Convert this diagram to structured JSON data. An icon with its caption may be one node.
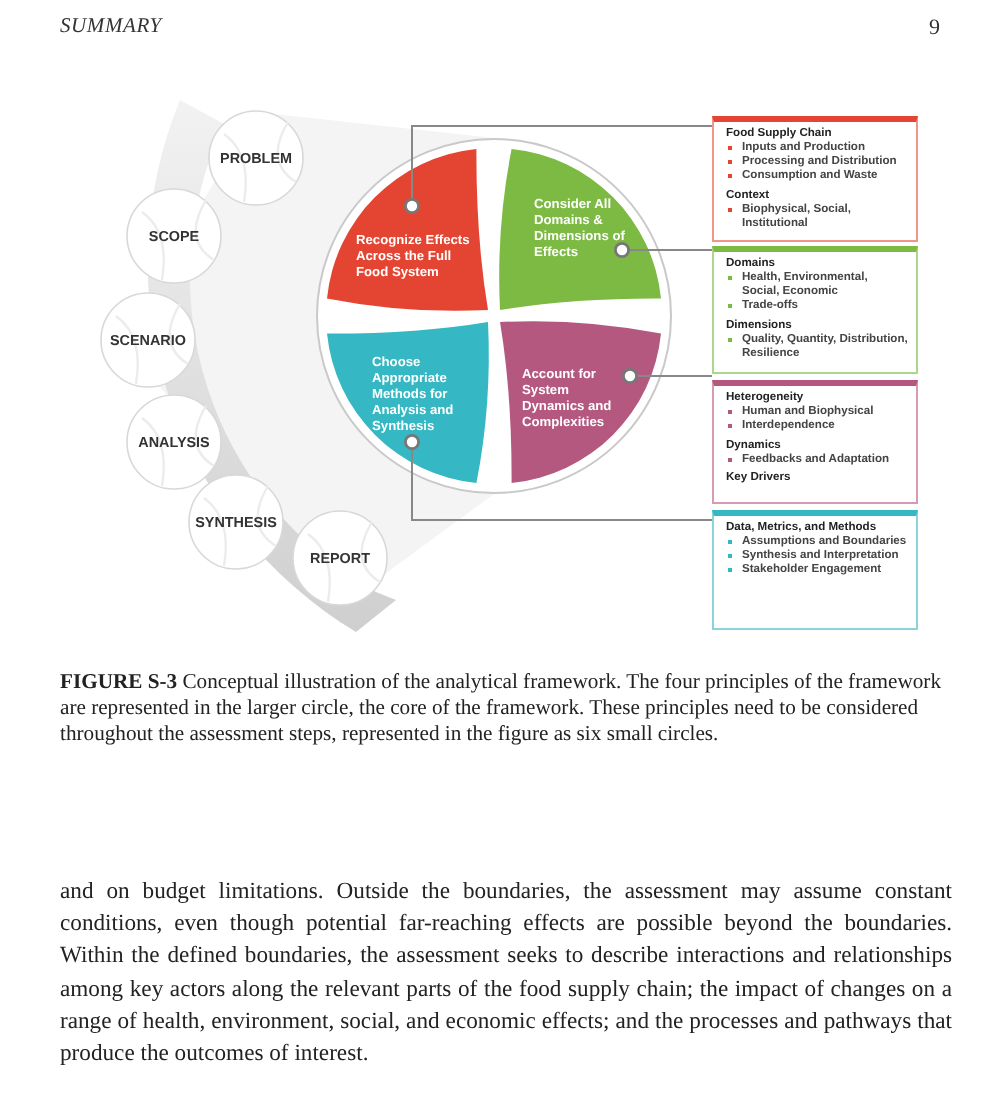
{
  "diagram": {
    "caption": "**FIGURE S-3** Conceptual illustration of the analytical framework. The four principles of the framework are represented in the larger circle, the core of the framework. These principles need to be considered throughout the assessment steps, represented in the figure as six small circles.",
    "nodes": [
      {
        "text": [
          "PROBLEM"
        ]
      },
      {
        "text": [
          "SCOPE"
        ]
      },
      {
        "text": [
          "SCENARIO"
        ]
      },
      {
        "text": [
          "ANALYSIS"
        ]
      },
      {
        "text": [
          "SYNTHESIS"
        ]
      },
      {
        "text": [
          "REPORT"
        ]
      },
      {
        "text": [],
        "shape": "circle"
      },
      {
        "text": [
          "Recognize Effects Across the Full Food System"
        ],
        "in": 6
      },
      {
        "text": [
          "Consider All Domains & Dimensions of Effects"
        ],
        "in": 6
      },
      {
        "text": [
          "Account for System Dynamics and Complexities"
        ],
        "in": 6
      },
      {
        "text": [
          "Choose Appropriate Methods for Analysis and Synthesis"
        ],
        "in": 6
      },
      {
        "text": [
          "Food Supply Chain",
          "Inputs and Production",
          "Processing and Distribution",
          "Consumption and Waste",
          "Context",
          "Biophysical, Social, Institutional"
        ]
      },
      {
        "text": [
          "Domains",
          "Health, Environmental, Social, Economic",
          "Trade-offs",
          "Dimensions",
          "Quality, Quantity, Distribution, Resilience"
        ]
      },
      {
        "text": [
          "Heterogeneity",
          "Human and Biophysical",
          "Interdependence",
          "Dynamics",
          "Feedbacks and Adaptation",
          "Key Drivers"
        ]
      },
      {
        "text": [
          "Data, Metrics, and Methods",
          "Assumptions and Boundaries",
          "Synthesis and Interpretation",
          "Stakeholder Engagement"
        ]
      }
    ],
    "edges": [
      {
        "from": 7,
        "to": 11,
        "arrow": "other"
      },
      {
        "from": 8,
        "to": 12,
        "arrow": "other"
      },
      {
        "from": 9,
        "to": 13,
        "arrow": "other"
      },
      {
        "from": 10,
        "to": 14,
        "arrow": "other"
      }
    ],
    "labels": [
      "SUMMARY",
      "9",
      "and on budget limitations. Outside the boundaries, the assessment may assume constant conditions, even though potential far-reaching effects are possible beyond the boundaries. Within the defined boundaries, the assessment seeks to describe interactions and relationships among key actors along the relevant parts of the food supply chain; the impact of changes on a range of health, environment, social, and economic effects; and the processes and pathways that produce the outcomes of interest."
    ]
  }
}
